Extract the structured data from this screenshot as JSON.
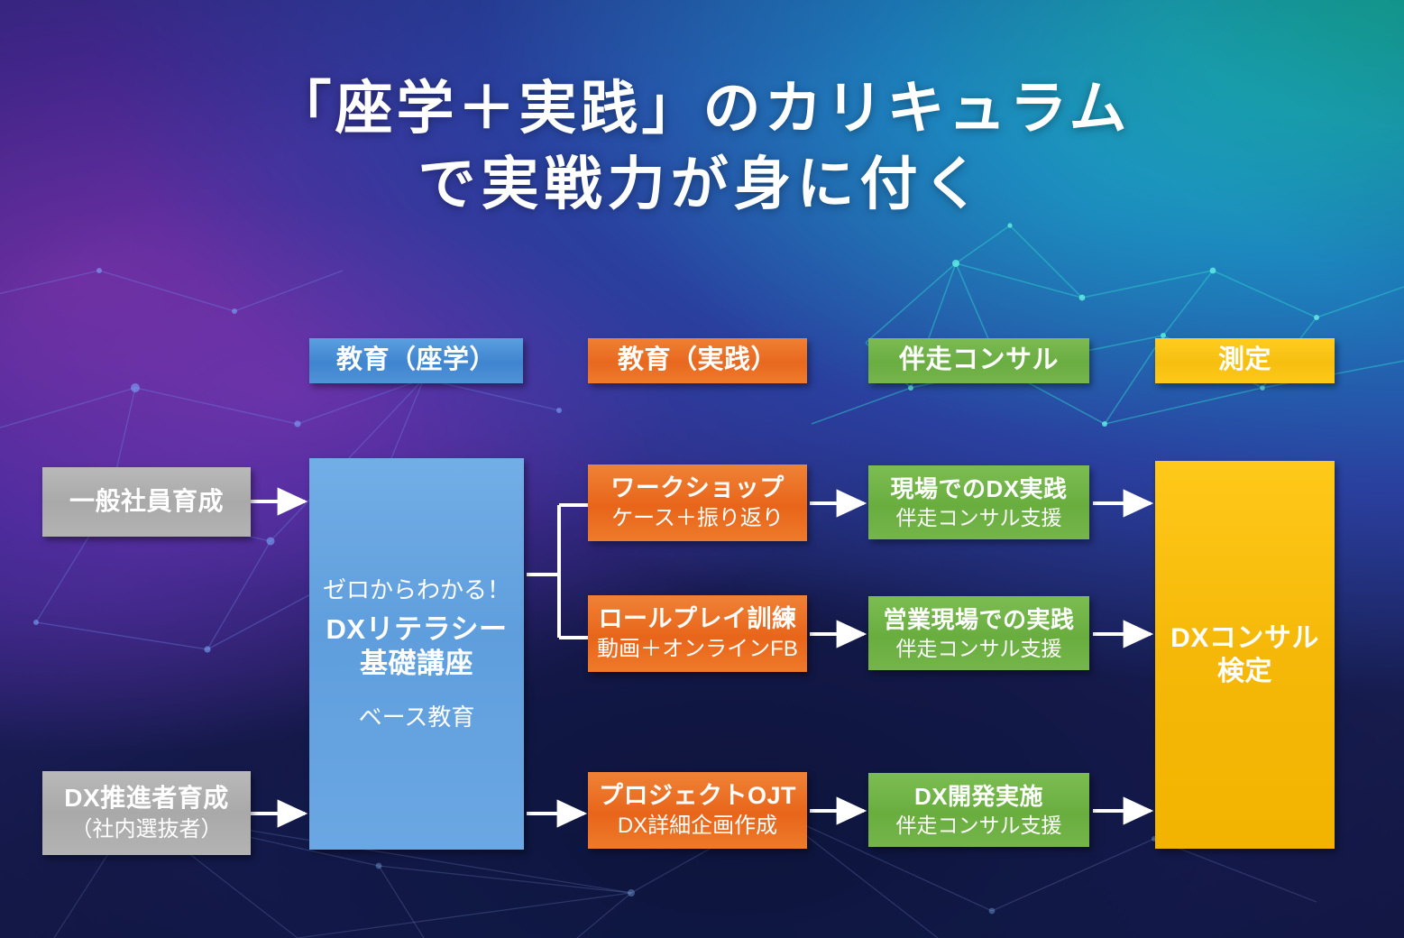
{
  "title": {
    "line1": "「座学＋実践」のカリキュラム",
    "line2": "で実戦力が身に付く"
  },
  "columns": [
    {
      "label": "教育（座学）",
      "color": "#4f93d8"
    },
    {
      "label": "教育（実践）",
      "color": "#e8681f"
    },
    {
      "label": "伴走コンサル",
      "color": "#6aad41"
    },
    {
      "label": "測定",
      "color": "#f6bf10"
    }
  ],
  "audience": [
    {
      "title": "一般社員育成",
      "sub": "",
      "color": "#a9a9a9"
    },
    {
      "title": "DX推進者育成",
      "sub": "（社内選抜者）",
      "color": "#a9a9a9"
    }
  ],
  "base_course": {
    "eyebrow": "ゼロからわかる！",
    "title_line1": "DXリテラシー",
    "title_line2": "基礎講座",
    "footer": "ベース教育",
    "color": "#5f9edd"
  },
  "practice": [
    {
      "title": "ワークショップ",
      "sub": "ケース＋振り返り",
      "color": "#e8651a"
    },
    {
      "title": "ロールプレイ訓練",
      "sub": "動画＋オンラインFB",
      "color": "#e8651a"
    },
    {
      "title": "プロジェクトOJT",
      "sub": "DX詳細企画作成",
      "color": "#e8651a"
    }
  ],
  "consulting": [
    {
      "title": "現場でのDX実践",
      "sub": "伴走コンサル支援",
      "color": "#69ad3f"
    },
    {
      "title": "営業現場での実践",
      "sub": "伴走コンサル支援",
      "color": "#69ad3f"
    },
    {
      "title": "DX開発実施",
      "sub": "伴走コンサル支援",
      "color": "#69ad3f"
    }
  ],
  "measurement": {
    "title_line1": "DXコンサル",
    "title_line2": "検定",
    "color": "#f5b808"
  },
  "palette": {
    "background_top_right": "#16b6a4",
    "background_left": "#6b2fa0",
    "background_bottom": "#141a44",
    "connector": "#ffffff"
  }
}
